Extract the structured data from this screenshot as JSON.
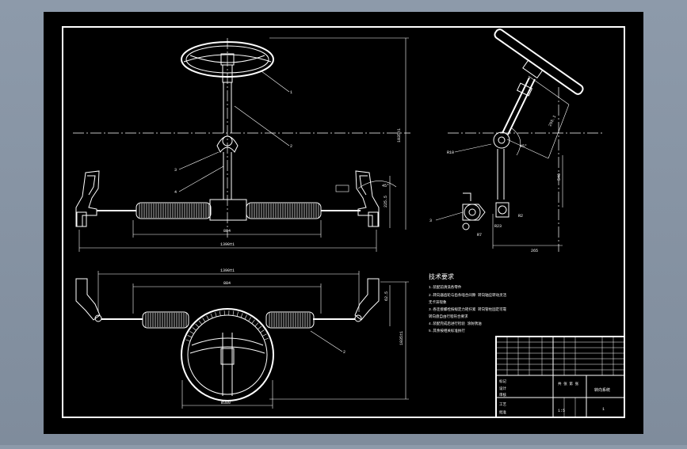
{
  "app": {
    "title": "steering system assembly drawing"
  },
  "front_view": {
    "dim_overall_width": "1390±1",
    "dim_rack_length": "884",
    "dim_right_height": "225.5",
    "dim_angle": "45°",
    "dim_vertical_total": "1035±1",
    "balloons": [
      "1",
      "2",
      "3",
      "4"
    ]
  },
  "side_view": {
    "dim_column": "255.1",
    "dim_angle": "45°",
    "dim_base": "265",
    "dim_height": "540",
    "labels": [
      "R10",
      "R2",
      "R7",
      "R23",
      "3"
    ]
  },
  "top_view": {
    "dim_overall": "1390±1",
    "dim_rack": "884",
    "dim_wheel": "Ø380",
    "dim_side_small": "62.5",
    "dim_side_large": "1035±1",
    "balloons": [
      "2"
    ]
  },
  "notes": {
    "heading": "技术要求",
    "lines": [
      "1.装配前清洗各零件",
      "2.转向器齿轮与齿条啮合间隙  转向轴应转动灵活",
      "  无卡滞现象",
      "3.各连接螺栓按规定力矩拧紧  转向管柱固定可靠",
      "  转向盘自由行程符合要求",
      "4.装配完成后进行检验  涂防锈油",
      "5.其余按相关标准执行"
    ]
  },
  "title_block": {
    "drawing_name": "转向系统",
    "scale": "1:5",
    "sheet": "1",
    "row_labels": [
      "标记",
      "设计",
      "审核",
      "工艺",
      "批准"
    ],
    "extra": "共 张 第 张"
  }
}
